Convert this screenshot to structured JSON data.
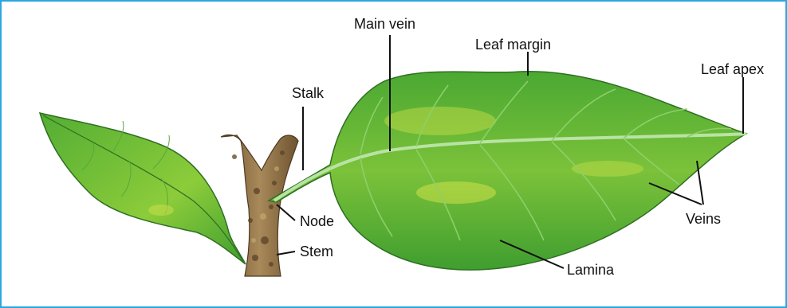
{
  "diagram": {
    "labels": {
      "main_vein": "Main vein",
      "leaf_margin": "Leaf margin",
      "leaf_apex": "Leaf apex",
      "stalk": "Stalk",
      "node": "Node",
      "stem": "Stem",
      "veins": "Veins",
      "lamina": "Lamina"
    },
    "colors": {
      "frame_border": "#29a8e0",
      "leaf_dark": "#3a9a2c",
      "leaf_light": "#8ccc3a",
      "vein": "#b9e3a4",
      "stem_brown": "#8a6a40"
    }
  }
}
